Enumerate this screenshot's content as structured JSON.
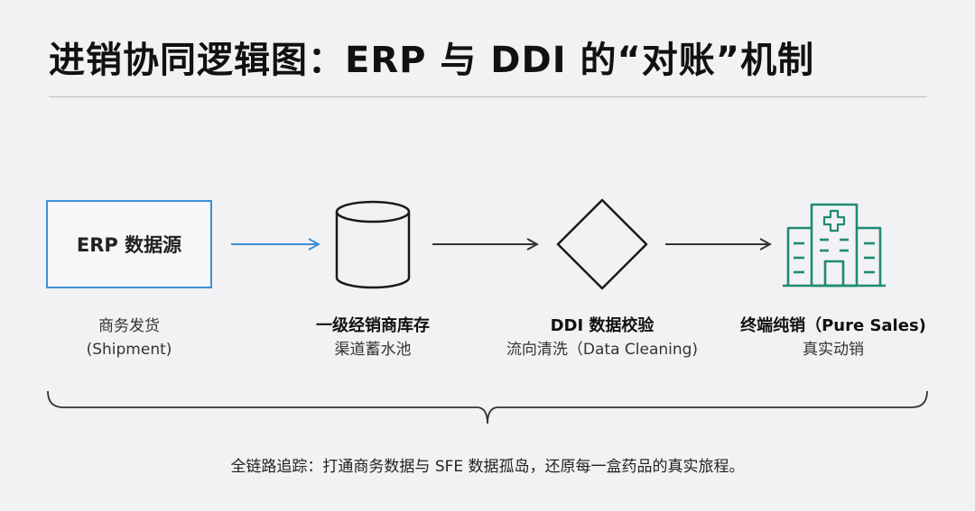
{
  "title": "进销协同逻辑图：ERP 与 DDI 的“对账”机制",
  "nodes": [
    {
      "box_label": "ERP 数据源",
      "line1": "商务发货",
      "line2": "(Shipment)"
    },
    {
      "line1": "一级经销商库存",
      "line2": "渠道蓄水池"
    },
    {
      "line1": "DDI 数据校验",
      "line2": "流向清洗（Data Cleaning)"
    },
    {
      "line1": "终端纯销（Pure Sales)",
      "line2": "真实动销"
    }
  ],
  "icons": {
    "source": "erp-box",
    "inventory": "database-cylinder-icon",
    "validation": "diamond-icon",
    "terminal": "hospital-icon"
  },
  "colors": {
    "accent_blue": "#3d8fd6",
    "hospital_teal": "#1f8a72",
    "arrow_gray": "#333333"
  },
  "footer": "全链路追踪：打通商务数据与 SFE 数据孤岛，还原每一盒药品的真实旅程。"
}
